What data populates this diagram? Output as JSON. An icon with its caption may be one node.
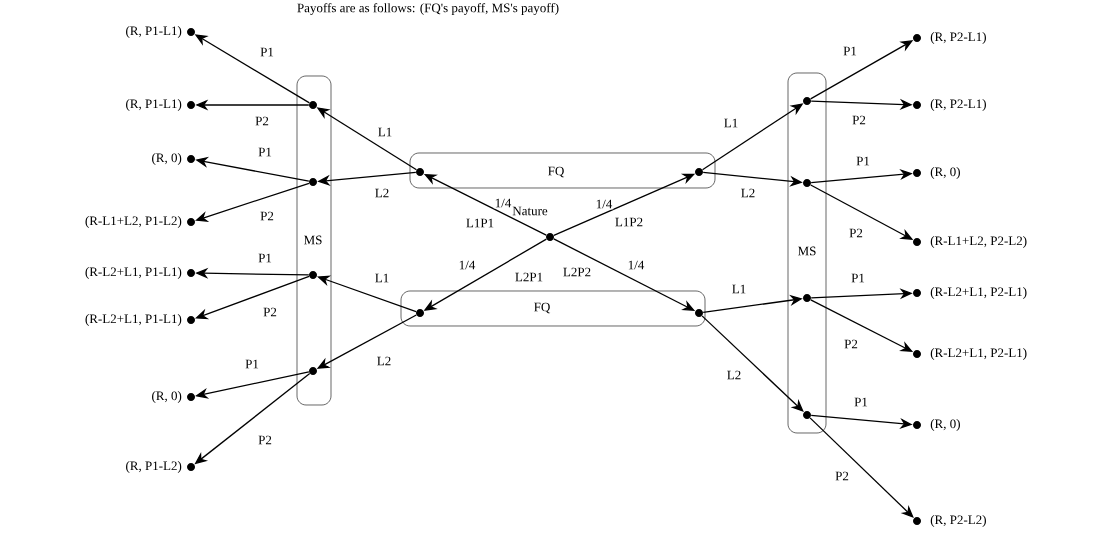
{
  "diagram": {
    "title": "Payoffs are as follows: (FQ's payoff, MS's payoff)",
    "nodes": [
      {
        "text": [],
        "shape": "circle",
        "beside": [
          "Nature"
        ]
      },
      {
        "text": [
          "FQ"
        ]
      },
      {
        "text": [
          "FQ"
        ]
      },
      {
        "text": [
          "MS"
        ]
      },
      {
        "text": [
          "MS"
        ]
      },
      {
        "text": [],
        "shape": "circle",
        "in": 1
      },
      {
        "text": [],
        "shape": "circle",
        "in": 1
      },
      {
        "text": [],
        "shape": "circle",
        "in": 2
      },
      {
        "text": [],
        "shape": "circle",
        "in": 2
      },
      {
        "text": [],
        "shape": "circle",
        "in": 3
      },
      {
        "text": [],
        "shape": "circle",
        "in": 3
      },
      {
        "text": [],
        "shape": "circle",
        "in": 3
      },
      {
        "text": [],
        "shape": "circle",
        "in": 3
      },
      {
        "text": [],
        "shape": "circle",
        "in": 4
      },
      {
        "text": [],
        "shape": "circle",
        "in": 4
      },
      {
        "text": [],
        "shape": "circle",
        "in": 4
      },
      {
        "text": [],
        "shape": "circle",
        "in": 4
      },
      {
        "text": [],
        "shape": "circle",
        "beside": [
          "(R, P1-L1)"
        ]
      },
      {
        "text": [],
        "shape": "circle",
        "beside": [
          "(R, P1-L1)"
        ]
      },
      {
        "text": [],
        "shape": "circle",
        "beside": [
          "(R, 0)"
        ]
      },
      {
        "text": [],
        "shape": "circle",
        "beside": [
          "(R-L1+L2, P1-L2)"
        ]
      },
      {
        "text": [],
        "shape": "circle",
        "beside": [
          "(R-L2+L1, P1-L1)"
        ]
      },
      {
        "text": [],
        "shape": "circle",
        "beside": [
          "(R-L2+L1, P1-L1)"
        ]
      },
      {
        "text": [],
        "shape": "circle",
        "beside": [
          "(R, 0)"
        ]
      },
      {
        "text": [],
        "shape": "circle",
        "beside": [
          "(R, P1-L2)"
        ]
      },
      {
        "text": [],
        "shape": "circle",
        "beside": [
          "(R, P2-L1)"
        ]
      },
      {
        "text": [],
        "shape": "circle",
        "beside": [
          "(R, P2-L1)"
        ]
      },
      {
        "text": [],
        "shape": "circle",
        "beside": [
          "(R, 0)"
        ]
      },
      {
        "text": [],
        "shape": "circle",
        "beside": [
          "(R-L1+L2, P2-L2)"
        ]
      },
      {
        "text": [],
        "shape": "circle",
        "beside": [
          "(R-L2+L1, P2-L1)"
        ]
      },
      {
        "text": [],
        "shape": "circle",
        "beside": [
          "(R-L2+L1, P2-L1)"
        ]
      },
      {
        "text": [],
        "shape": "circle",
        "beside": [
          "(R, 0)"
        ]
      },
      {
        "text": [],
        "shape": "circle",
        "beside": [
          "(R, P2-L2)"
        ]
      }
    ],
    "edges": [
      {
        "from": 0,
        "to": 5,
        "arrow": "to",
        "label": "1/4"
      },
      {
        "from": 0,
        "to": 6,
        "arrow": "to",
        "label": "1/4"
      },
      {
        "from": 0,
        "to": 7,
        "arrow": "to",
        "label": "1/4"
      },
      {
        "from": 0,
        "to": 8,
        "arrow": "to",
        "label": "1/4"
      },
      {
        "from": 5,
        "to": 9,
        "arrow": "to",
        "label": "L1"
      },
      {
        "from": 5,
        "to": 10,
        "arrow": "to",
        "label": "L2"
      },
      {
        "from": 7,
        "to": 11,
        "arrow": "to",
        "label": "L1"
      },
      {
        "from": 7,
        "to": 12,
        "arrow": "to",
        "label": "L2"
      },
      {
        "from": 6,
        "to": 13,
        "arrow": "to",
        "label": "L1"
      },
      {
        "from": 6,
        "to": 14,
        "arrow": "to",
        "label": "L2"
      },
      {
        "from": 8,
        "to": 15,
        "arrow": "to",
        "label": "L1"
      },
      {
        "from": 8,
        "to": 16,
        "arrow": "to",
        "label": "L2"
      },
      {
        "from": 9,
        "to": 17,
        "arrow": "to",
        "label": "P1"
      },
      {
        "from": 9,
        "to": 18,
        "arrow": "to",
        "label": "P2"
      },
      {
        "from": 10,
        "to": 19,
        "arrow": "to",
        "label": "P1"
      },
      {
        "from": 10,
        "to": 20,
        "arrow": "to",
        "label": "P2"
      },
      {
        "from": 11,
        "to": 21,
        "arrow": "to",
        "label": "P1"
      },
      {
        "from": 11,
        "to": 22,
        "arrow": "to",
        "label": "P2"
      },
      {
        "from": 12,
        "to": 23,
        "arrow": "to",
        "label": "P1"
      },
      {
        "from": 12,
        "to": 24,
        "arrow": "to",
        "label": "P2"
      },
      {
        "from": 13,
        "to": 25,
        "arrow": "to",
        "label": "P1"
      },
      {
        "from": 13,
        "to": 26,
        "arrow": "to",
        "label": "P2"
      },
      {
        "from": 14,
        "to": 27,
        "arrow": "to",
        "label": "P1"
      },
      {
        "from": 14,
        "to": 28,
        "arrow": "to",
        "label": "P2"
      },
      {
        "from": 15,
        "to": 29,
        "arrow": "to",
        "label": "P1"
      },
      {
        "from": 15,
        "to": 30,
        "arrow": "to",
        "label": "P2"
      },
      {
        "from": 16,
        "to": 31,
        "arrow": "to",
        "label": "P1"
      },
      {
        "from": 16,
        "to": 32,
        "arrow": "to",
        "label": "P2"
      }
    ],
    "labels": [
      "L1P1",
      "L1P2",
      "L2P1",
      "L2P2"
    ]
  }
}
